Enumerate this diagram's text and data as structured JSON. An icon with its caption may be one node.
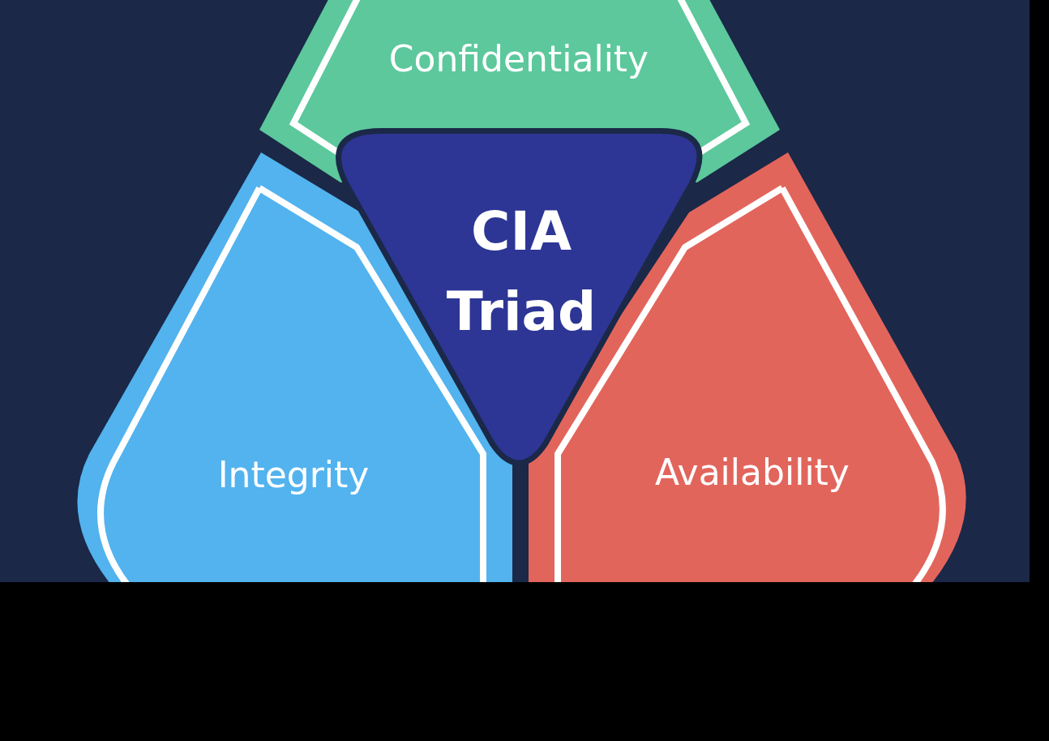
{
  "diagram": {
    "nodes": [
      {
        "text": [
          "Confidentiality"
        ]
      },
      {
        "text": [
          "CIA Triad"
        ]
      },
      {
        "text": [
          "Integrity"
        ]
      },
      {
        "text": [
          "Availability"
        ]
      }
    ]
  }
}
